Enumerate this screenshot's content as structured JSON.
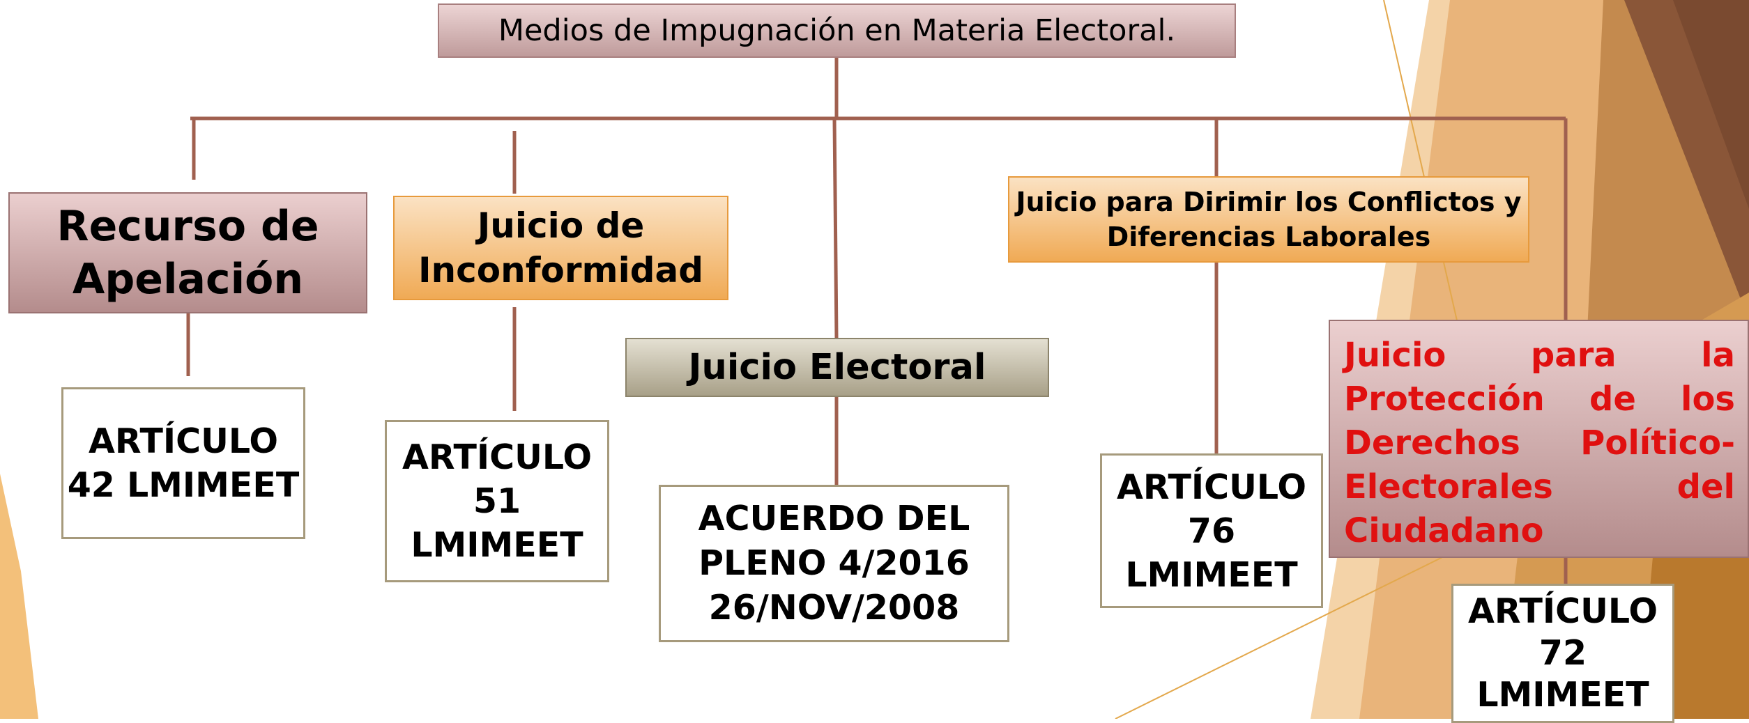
{
  "title": "Medios de Impugnación en Materia Electoral.",
  "nodes": {
    "apelacion": "Recurso de\nApelación",
    "inconformidad": "Juicio de\nInconformidad",
    "electoral": "Juicio Electoral",
    "laborales": "Juicio para Dirimir los Conflictos y\nDiferencias Laborales",
    "proteccion": "Juicio para la Protección de los Derechos Político-Electorales del Ciudadano"
  },
  "articles": {
    "a42": "ARTÍCULO\n42 LMIMEET",
    "a51": "ARTÍCULO\n51\nLMIMEET",
    "acuerdo": "ACUERDO DEL\nPLENO 4/2016\n26/NOV/2008",
    "a76": "ARTÍCULO\n76\nLMIMEET",
    "a72": "ARTÍCULO\n72 LMIMEET"
  },
  "colors": {
    "connector": "#a0604f",
    "rose_box": "#bf9b9b",
    "orange_box": "#f0aa55",
    "olive_box": "#a8a088",
    "highlight_text": "#e01010"
  }
}
